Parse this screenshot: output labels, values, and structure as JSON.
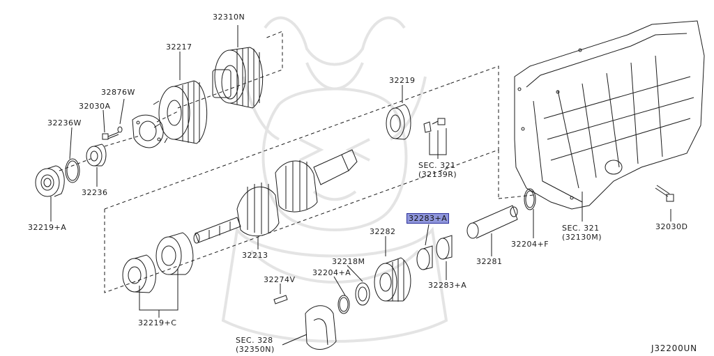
{
  "diagram_id": "J32200UN",
  "highlight_color": "#8f96dc",
  "line_color": "#1a1a1a",
  "watermark_color": "#e2e2e2",
  "parts": {
    "p32310N": "32310N",
    "p32217": "32217",
    "p32876W": "32876W",
    "p32030A": "32030A",
    "p32236W": "32236W",
    "p32236": "32236",
    "p32219A": "32219+A",
    "p32219": "32219",
    "p32213": "32213",
    "p32219C": "32219+C",
    "p32274V": "32274V",
    "p32204A": "32204+A",
    "p32218M": "32218M",
    "p32282": "32282",
    "p32283A_top": "32283+A",
    "p32283A_bottom": "32283+A",
    "p32281": "32281",
    "p32204F": "32204+F",
    "p32030D": "32030D"
  },
  "refs": {
    "sec321a_line1": "SEC. 321",
    "sec321a_line2": "(32139R)",
    "sec321b_line1": "SEC. 321",
    "sec321b_line2": "(32130M)",
    "sec328_line1": "SEC. 328",
    "sec328_line2": "(32350N)"
  }
}
